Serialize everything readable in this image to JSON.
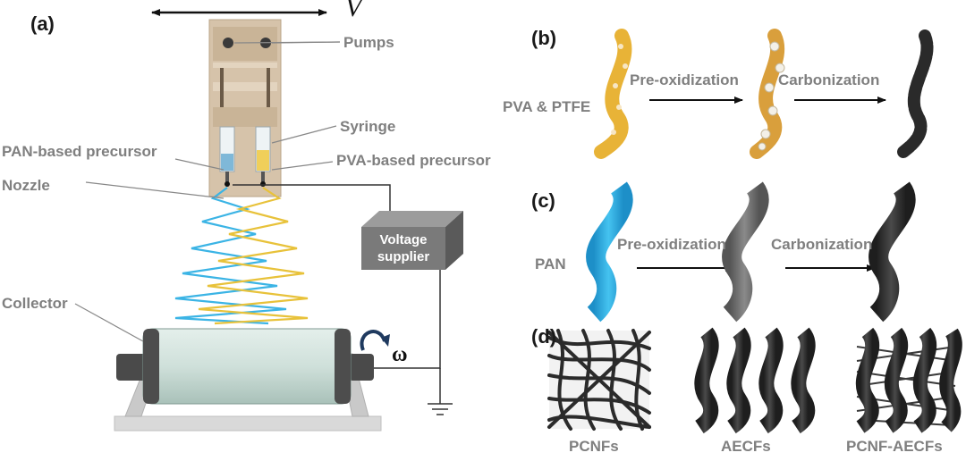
{
  "panels": {
    "a": "(a)",
    "b": "(b)",
    "c": "(c)",
    "d": "(d)"
  },
  "setup": {
    "velocity_symbol": "V",
    "pumps": "Pumps",
    "syringe": "Syringe",
    "pan_precursor": "PAN-based precursor",
    "pva_precursor": "PVA-based precursor",
    "nozzle": "Nozzle",
    "collector": "Collector",
    "voltage_line1": "Voltage",
    "voltage_line2": "supplier",
    "omega": "ω"
  },
  "process_b": {
    "start": "PVA & PTFE",
    "step1": "Pre-oxidization",
    "step2": "Carbonization"
  },
  "process_c": {
    "start": "PAN",
    "step1": "Pre-oxidization",
    "step2": "Carbonization"
  },
  "products_d": [
    "PCNFs",
    "AECFs",
    "PCNF-AECFs"
  ],
  "colors": {
    "label_gray": "#7f7f7f",
    "blue_fiber": "#3bb4e5",
    "yellow_fiber": "#e8c23a",
    "plate": "#d6c3aa",
    "voltage_box": "#7a7a7a",
    "drum": "#cfe0da"
  }
}
